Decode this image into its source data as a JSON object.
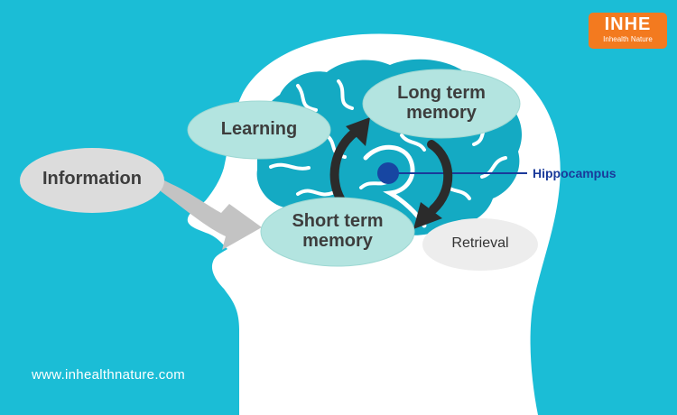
{
  "logo": {
    "text": "INHE",
    "subtext": "Inhealth Nature"
  },
  "labels": {
    "information": "Information",
    "learning": "Learning",
    "long_term_memory": "Long term memory",
    "short_term_memory": "Short term memory",
    "retrieval": "Retrieval",
    "hippocampus": "Hippocampus"
  },
  "website": "www.inhealthnature.com",
  "colors": {
    "background": "#1bbdd6",
    "brain": "#14aac3",
    "bubble": "#b3e4e0",
    "logo": "#f37a1f",
    "hippocampus": "#1a3a9a"
  }
}
